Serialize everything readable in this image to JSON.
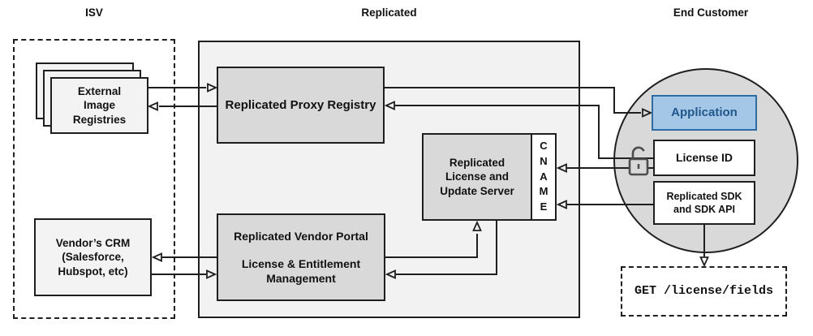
{
  "headers": {
    "isv": "ISV",
    "replicated": "Replicated",
    "end_customer": "End Customer"
  },
  "isv": {
    "registries_label": "External\nImage\nRegistries",
    "crm_label": "Vendor’s CRM\n(Salesforce,\nHubspot, etc)"
  },
  "replicated": {
    "proxy_label": "Replicated Proxy Registry",
    "server_label": "Replicated\nLicense and\nUpdate Server",
    "cname_label": "C\nN\nA\nM\nE",
    "portal_title": "Replicated Vendor Portal",
    "portal_subtitle": "License & Entitlement\nManagement"
  },
  "end_customer": {
    "application_label": "Application",
    "license_id_label": "License ID",
    "sdk_label": "Replicated SDK\nand SDK API",
    "get_request": "GET /license/fields"
  },
  "colors": {
    "line_color": "#1f1f1f",
    "container_gray": "#f2f2f2",
    "box_gray": "#d9d9d9",
    "light_box": "#f3f3f3",
    "application_fill": "#a4c7e8",
    "application_border": "#2d6da4",
    "application_text": "#21578a",
    "lock_stroke": "#4d4d4d"
  }
}
